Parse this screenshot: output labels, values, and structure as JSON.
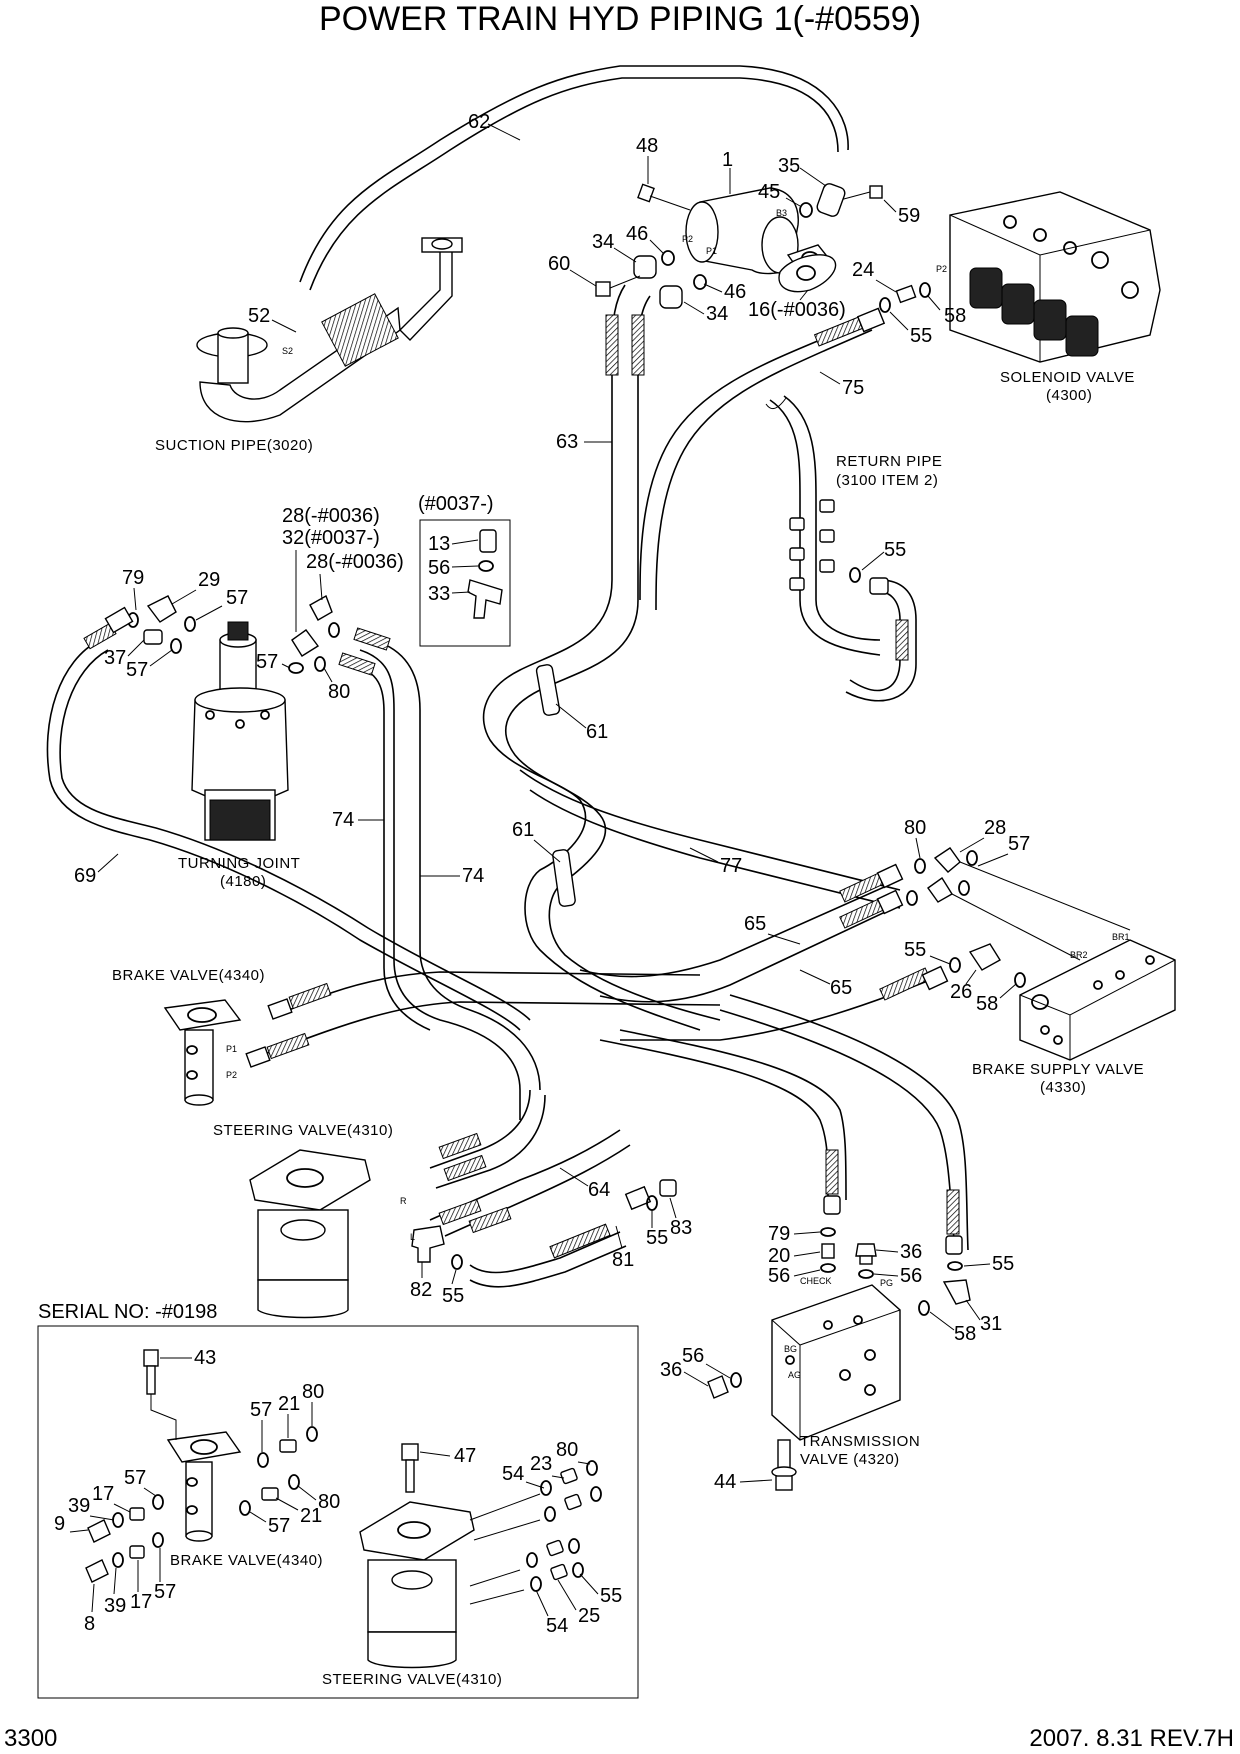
{
  "title": "POWER TRAIN HYD PIPING 1(-#0559)",
  "footer": {
    "page_number": "3300",
    "revision": "2007. 8.31  REV.7H"
  },
  "component_labels": {
    "suction_pipe": "SUCTION PIPE(3020)",
    "solenoid_valve_name": "SOLENOID VALVE",
    "solenoid_valve_code": "(4300)",
    "return_pipe_name": "RETURN PIPE",
    "return_pipe_code": "(3100 ITEM 2)",
    "turning_joint_name": "TURNING JOINT",
    "turning_joint_code": "(4180)",
    "brake_valve": "BRAKE VALVE(4340)",
    "steering_valve": "STEERING VALVE(4310)",
    "brake_supply_valve_name": "BRAKE SUPPLY VALVE",
    "brake_supply_valve_code": "(4330)",
    "transmission_valve_name": "TRANSMISSION",
    "transmission_valve_code": "VALVE (4320)"
  },
  "variant_box": {
    "title": "(#0037-)",
    "callouts": [
      "13",
      "56",
      "33"
    ]
  },
  "serial_box": {
    "title": "SERIAL NO: -#0198",
    "brake_valve": "BRAKE VALVE(4340)",
    "steering_valve": "STEERING VALVE(4310)"
  },
  "callouts_main": [
    "62",
    "48",
    "1",
    "35",
    "45",
    "59",
    "46",
    "34",
    "60",
    "46",
    "34",
    "16(-#0036)",
    "24",
    "58",
    "55",
    "52",
    "75",
    "63",
    "55",
    "28(-#0036)",
    "32(#0037-)",
    "28(-#0036)",
    "79",
    "29",
    "57",
    "37",
    "57",
    "57",
    "80",
    "61",
    "74",
    "74",
    "61",
    "77",
    "69",
    "80",
    "28",
    "57",
    "65",
    "65",
    "55",
    "26",
    "58",
    "64",
    "81",
    "55",
    "83",
    "82",
    "55",
    "79",
    "20",
    "56",
    "36",
    "56",
    "55",
    "58",
    "31",
    "36",
    "56",
    "44"
  ],
  "callouts_inset": [
    "43",
    "57",
    "21",
    "80",
    "80",
    "57",
    "21",
    "57",
    "17",
    "39",
    "9",
    "17",
    "57",
    "39",
    "8",
    "47",
    "54",
    "23",
    "80",
    "55",
    "25",
    "54"
  ],
  "port_marks": [
    "P2",
    "P1",
    "B3",
    "S2",
    "P2",
    "P1",
    "P2",
    "L",
    "R",
    "BR1",
    "BR2",
    "CHECK",
    "PG",
    "BG",
    "AG"
  ]
}
